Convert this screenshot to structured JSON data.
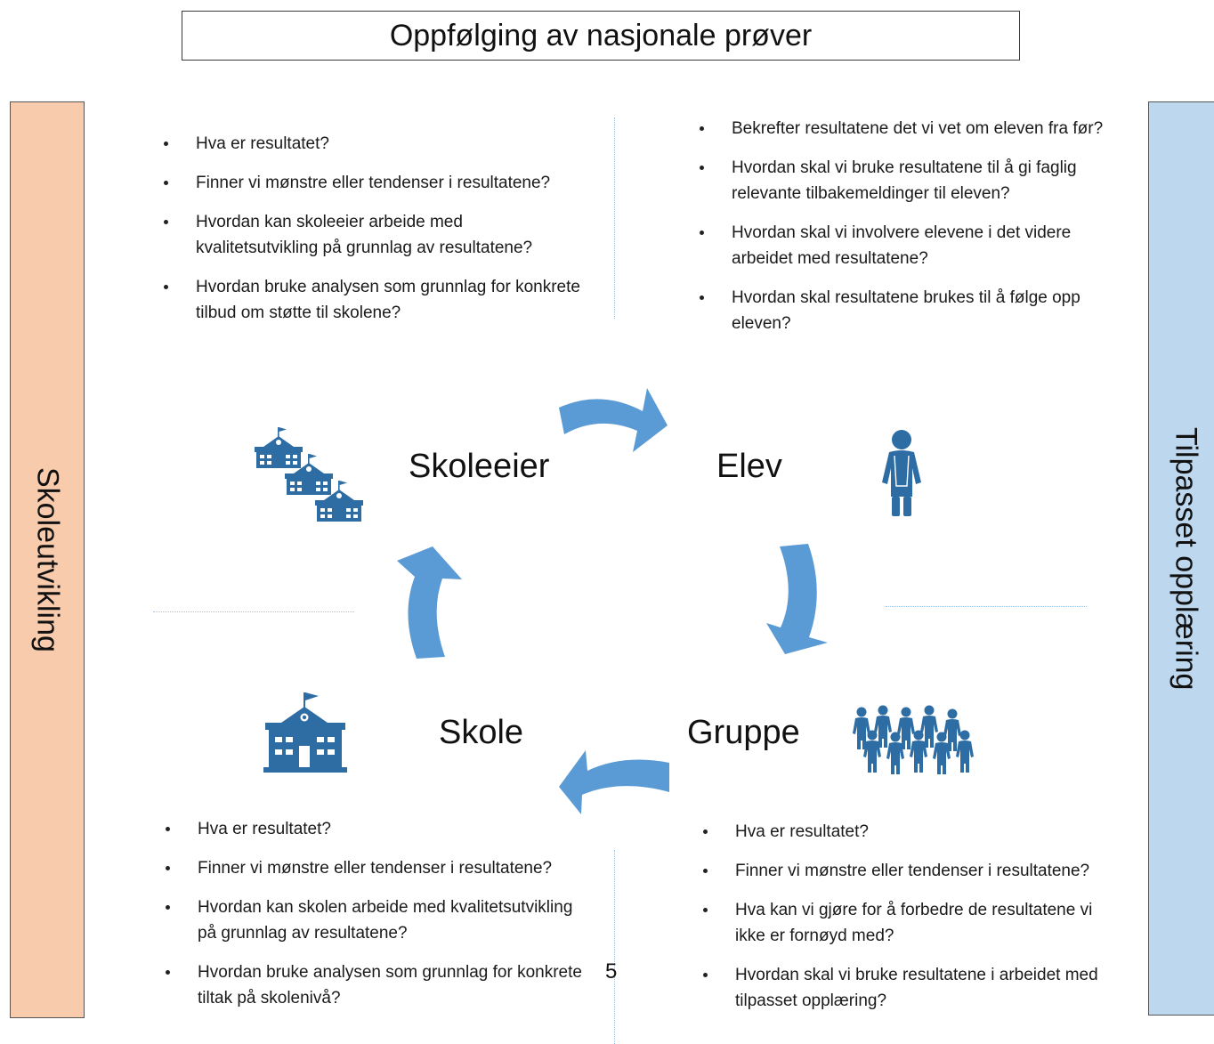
{
  "title": "Oppfølging av nasjonale prøver",
  "side_left": "Skoleutvikling",
  "side_right": "Tilpasset opplæring",
  "nodes": {
    "skoleeier": "Skoleeier",
    "elev": "Elev",
    "skole": "Skole",
    "gruppe": "Gruppe"
  },
  "questions_skoleeier": [
    "Hva er resultatet?",
    "Finner vi mønstre eller tendenser i resultatene?",
    "Hvordan kan skoleeier arbeide med kvalitetsutvikling på grunnlag av resultatene?",
    "Hvordan bruke analysen som grunnlag for konkrete tilbud om støtte til skolene?"
  ],
  "questions_elev": [
    "Bekrefter resultatene det vi vet om eleven fra før?",
    "Hvordan skal vi bruke resultatene til å gi faglig relevante tilbakemeldinger til eleven?",
    "Hvordan skal vi involvere elevene i det videre arbeidet med resultatene?",
    "Hvordan skal resultatene brukes til å følge opp eleven?"
  ],
  "questions_skole": [
    "Hva er resultatet?",
    "Finner vi mønstre eller tendenser i resultatene?",
    "Hvordan kan skolen arbeide med kvalitetsutvikling på grunnlag av resultatene?",
    "Hvordan bruke analysen som grunnlag for konkrete tiltak på skolenivå?"
  ],
  "questions_gruppe": [
    "Hva er resultatet?",
    "Finner vi mønstre eller tendenser i resultatene?",
    "Hva kan vi gjøre for å forbedre de resultatene vi ikke er fornøyd med?",
    "Hvordan skal vi bruke resultatene i arbeidet med tilpasset opplæring?"
  ],
  "page_number": "5",
  "icons": {
    "skoleeier": "school-buildings-icon",
    "elev": "student-icon",
    "skole": "school-building-icon",
    "gruppe": "student-group-icon"
  },
  "colors": {
    "left_bar": "#f8cbad",
    "right_bar": "#bdd7ee",
    "arrow": "#5b9bd5",
    "icon": "#2e6da4",
    "divider": "#9dc3e6"
  }
}
